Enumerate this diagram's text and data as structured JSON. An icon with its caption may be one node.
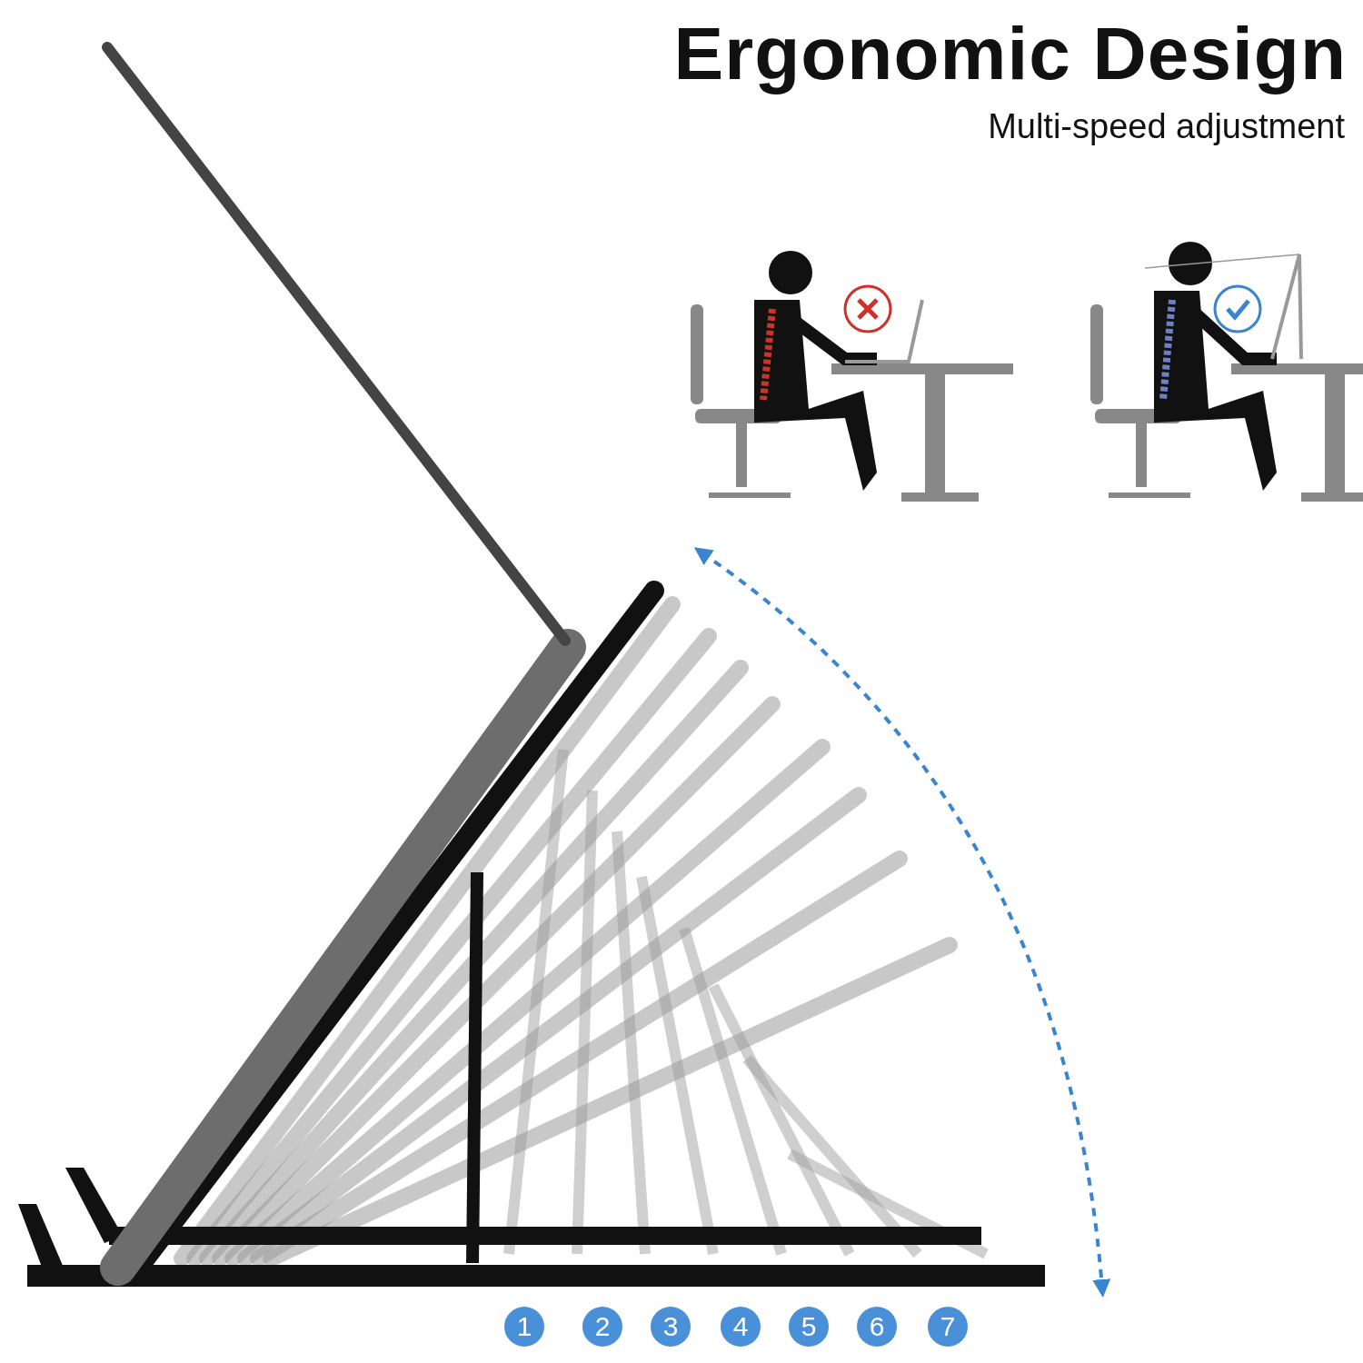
{
  "diagram": {
    "title": "Ergonomic Design",
    "labels": [
      "Multi-speed adjustment",
      "1",
      "2",
      "3",
      "4",
      "5",
      "6",
      "7"
    ]
  }
}
